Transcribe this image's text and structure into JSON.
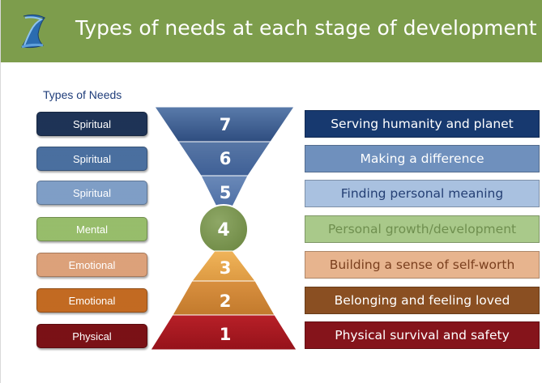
{
  "header": {
    "title": "Types of needs at each stage of development",
    "color": "#7d9d4c"
  },
  "needs": {
    "heading": "Types of Needs",
    "items": [
      {
        "label": "Spiritual",
        "color": "#1e3356"
      },
      {
        "label": "Spiritual",
        "color": "#4a6f9f"
      },
      {
        "label": "Spiritual",
        "color": "#7f9ec6"
      },
      {
        "label": "Mental",
        "color": "#97bd6b"
      },
      {
        "label": "Emotional",
        "color": "#dca17a"
      },
      {
        "label": "Emotional",
        "color": "#c26a22"
      },
      {
        "label": "Physical",
        "color": "#7a1116"
      }
    ]
  },
  "stages": [
    {
      "number": "7",
      "text": "Serving humanity and planet",
      "color": "#17396f",
      "text_color": "#ffffff"
    },
    {
      "number": "6",
      "text": "Making a difference",
      "color": "#6f90bd",
      "text_color": "#ffffff"
    },
    {
      "number": "5",
      "text": "Finding personal meaning",
      "color": "#a9c1e0",
      "text_color": "#243f74"
    },
    {
      "number": "4",
      "text": "Personal growth/development",
      "color": "#a9c98a",
      "text_color": "#6f8f4f"
    },
    {
      "number": "3",
      "text": "Building a sense of self-worth",
      "color": "#e7b48e",
      "text_color": "#7a3f1e"
    },
    {
      "number": "2",
      "text": "Belonging and feeling loved",
      "color": "#8a4f22",
      "text_color": "#ffffff"
    },
    {
      "number": "1",
      "text": "Physical survival and safety",
      "color": "#85141b",
      "text_color": "#ffffff"
    }
  ],
  "diagram_colors": {
    "seven": "#3c5b8f",
    "six": "#4f6f9f",
    "five": "#6f8fbf",
    "four": "#7a9355",
    "three": "#e3a14f",
    "two": "#cc8233",
    "one": "#a8151c"
  }
}
